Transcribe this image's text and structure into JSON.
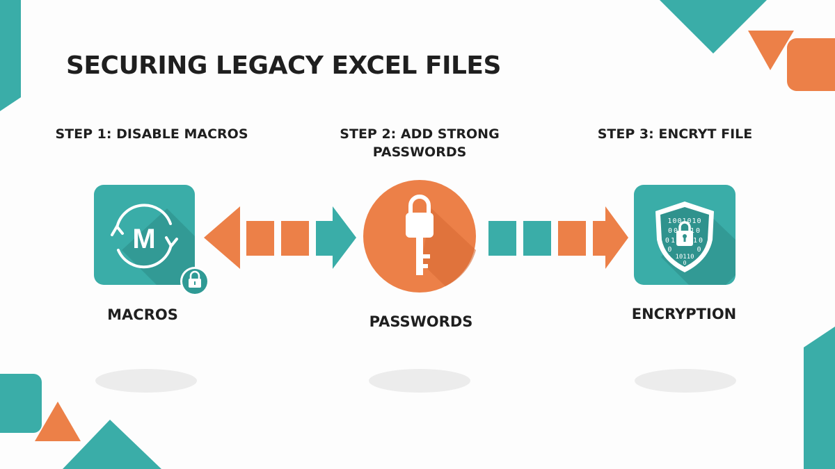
{
  "title": "SECURING LEGACY EXCEL FILES",
  "steps": [
    {
      "heading": "STEP 1: DISABLE MACROS",
      "label": "MACROS",
      "icon": "macro-refresh-icon"
    },
    {
      "heading_line1": "STEP 2: ADD STRONG",
      "heading_line2": "PASSWORDS",
      "label": "PASSWORDS",
      "icon": "key-icon"
    },
    {
      "heading": "STEP 3: ENCRYT FILE",
      "label": "ENCRYPTION",
      "icon": "shield-lock-icon"
    }
  ],
  "macro_letter": "M",
  "binary_text": [
    "1001010",
    "00  10",
    "01   10",
    "0     0",
    "10110",
    "0"
  ],
  "colors": {
    "teal": "#3aada8",
    "orange": "#ec8048",
    "text": "#1f1f1f"
  }
}
